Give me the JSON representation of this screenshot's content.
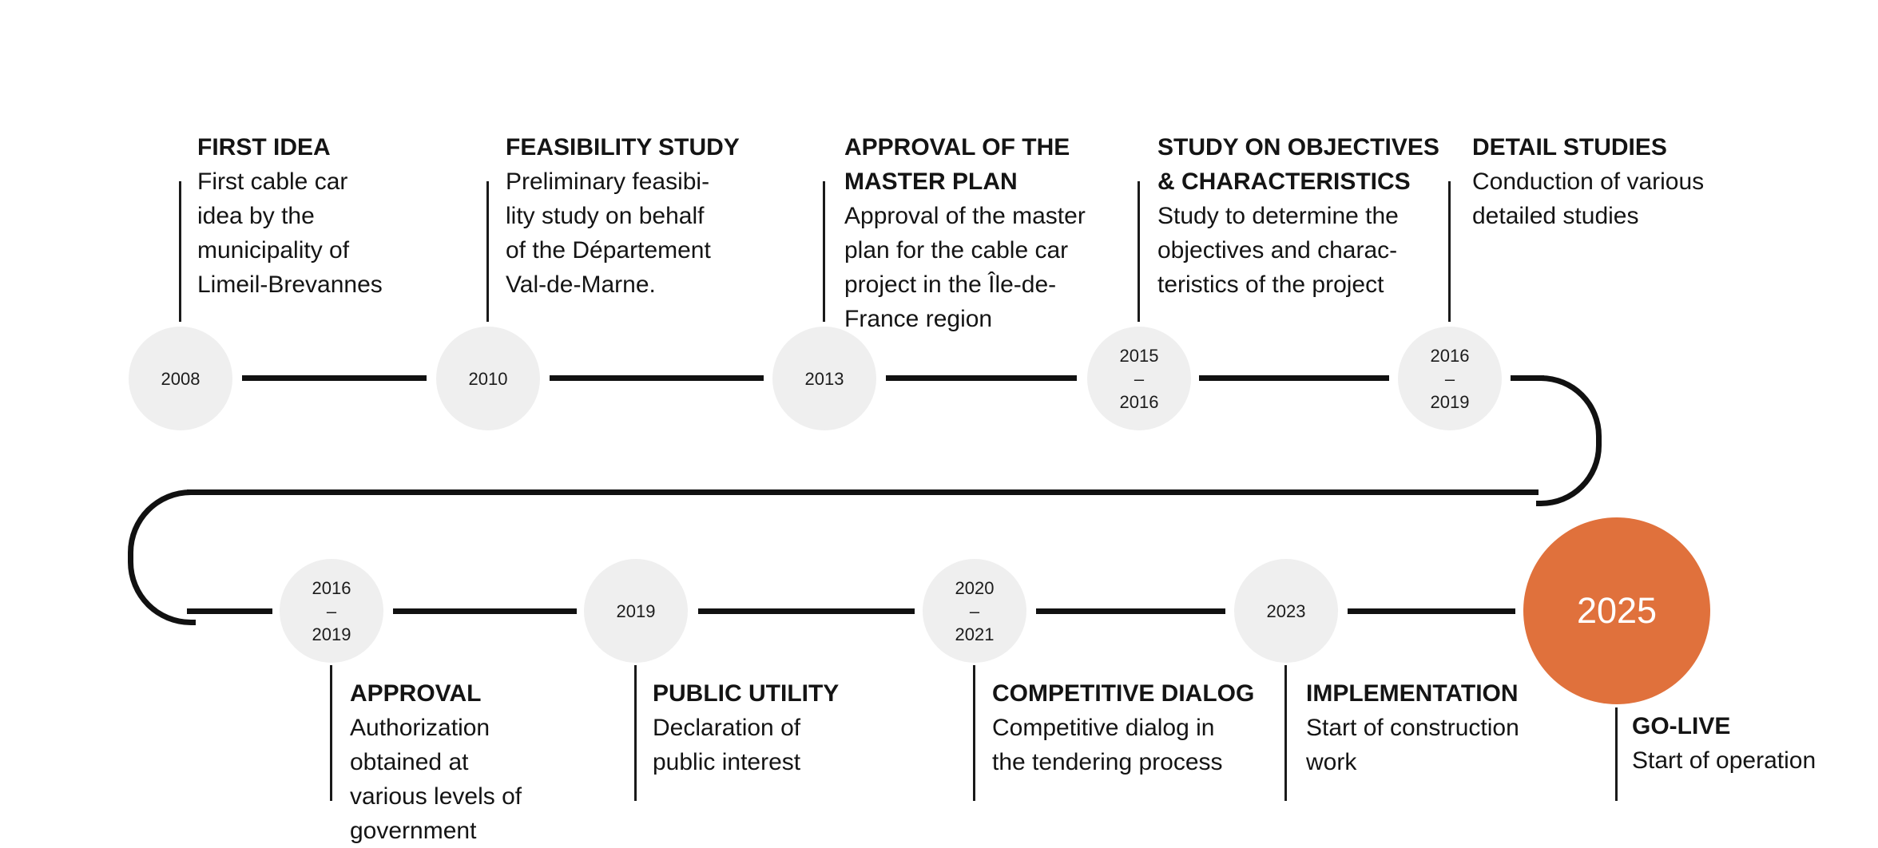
{
  "colors": {
    "accent_orange": "#E0713C",
    "node_gray": "#EFEFEF",
    "line_black": "#111111",
    "text_black": "#141414",
    "background": "#FFFFFF"
  },
  "timeline": {
    "top": [
      {
        "years": [
          "2008"
        ],
        "title_lines": [
          "FIRST IDEA"
        ],
        "body_lines": [
          "First cable car",
          "idea by the",
          "municipality of",
          "Limeil-Brevannes"
        ]
      },
      {
        "years": [
          "2010"
        ],
        "title_lines": [
          "FEASIBILITY STUDY"
        ],
        "body_lines": [
          "Preliminary feasibi-",
          "lity study on behalf",
          "of the Département",
          "Val-de-Marne."
        ]
      },
      {
        "years": [
          "2013"
        ],
        "title_lines": [
          "APPROVAL OF THE",
          "MASTER PLAN"
        ],
        "body_lines": [
          "Approval of the master",
          "plan for the cable car",
          "project in the Île-de-",
          "France region"
        ]
      },
      {
        "years": [
          "2015",
          "–",
          "2016"
        ],
        "title_lines": [
          "STUDY ON OBJECTIVES",
          "& CHARACTERISTICS"
        ],
        "body_lines": [
          "Study to determine the",
          "objectives and charac-",
          "teristics of the project"
        ]
      },
      {
        "years": [
          "2016",
          "–",
          "2019"
        ],
        "title_lines": [
          "DETAIL STUDIES"
        ],
        "body_lines": [
          "Conduction of various",
          "detailed studies"
        ]
      }
    ],
    "bottom": [
      {
        "years": [
          "2016",
          "–",
          "2019"
        ],
        "title_lines": [
          "APPROVAL"
        ],
        "body_lines": [
          "Authorization",
          "obtained at",
          "various levels of",
          "government"
        ]
      },
      {
        "years": [
          "2019"
        ],
        "title_lines": [
          "PUBLIC UTILITY"
        ],
        "body_lines": [
          "Declaration of",
          "public interest"
        ]
      },
      {
        "years": [
          "2020",
          "–",
          "2021"
        ],
        "title_lines": [
          "COMPETITIVE DIALOG"
        ],
        "body_lines": [
          "Competitive dialog in",
          "the tendering process"
        ]
      },
      {
        "years": [
          "2023"
        ],
        "title_lines": [
          "IMPLEMENTATION"
        ],
        "body_lines": [
          "Start of construction",
          "work"
        ]
      },
      {
        "years": [
          "2025"
        ],
        "title_lines": [
          "GO-LIVE"
        ],
        "body_lines": [
          "Start of operation"
        ]
      }
    ]
  }
}
